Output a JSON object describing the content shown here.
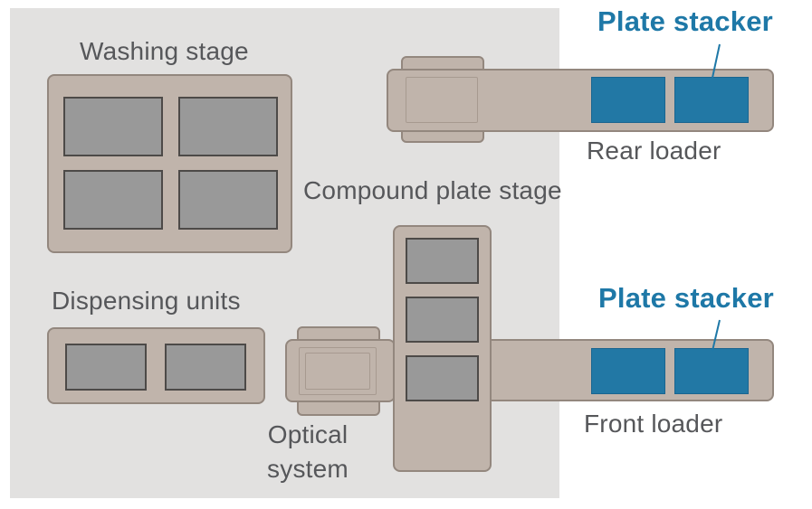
{
  "palette": {
    "page_background": "#ffffff",
    "deck_background": "#e2e1e0",
    "hardware_tan_fill": "#c0b4ab",
    "hardware_tan_border": "#93877e",
    "microplate_fill": "#999999",
    "microplate_border": "#4d4a48",
    "stacker_blue_fill": "#2278a5",
    "label_gray": "#56575a",
    "accent_blue_text": "#1e78a7"
  },
  "stations": {
    "washing_stage": {
      "label": "Washing stage",
      "plate_count": 4
    },
    "dispensing_units": {
      "label": "Dispensing units",
      "plate_count": 2
    },
    "compound_plate_stage": {
      "label": "Compound plate stage",
      "plate_count": 3
    },
    "optical_system": {
      "label_line1": "Optical",
      "label_line2": "system"
    },
    "rear_loader": {
      "label": "Rear loader",
      "stacker_label": "Plate stacker",
      "stacker_slot_count": 2
    },
    "front_loader": {
      "label": "Front loader",
      "stacker_label": "Plate stacker",
      "stacker_slot_count": 2
    }
  }
}
